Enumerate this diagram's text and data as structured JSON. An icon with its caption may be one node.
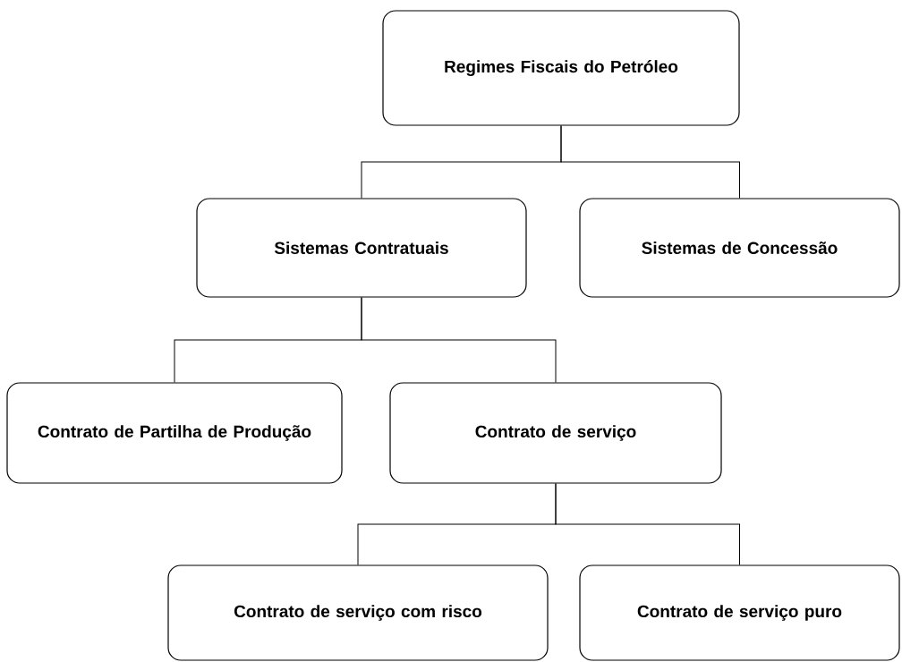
{
  "diagram": {
    "nodes": [
      {
        "text": [
          "Regimes Fiscais do Petróleo"
        ]
      },
      {
        "text": [
          "Sistemas Contratuais"
        ]
      },
      {
        "text": [
          "Sistemas de Concessão"
        ]
      },
      {
        "text": [
          "Contrato de Partilha de Produção"
        ]
      },
      {
        "text": [
          "Contrato de serviço"
        ]
      },
      {
        "text": [
          "Contrato de serviço com risco"
        ]
      },
      {
        "text": [
          "Contrato de serviço puro"
        ]
      }
    ],
    "edges": [
      {
        "from": 0,
        "to": 1,
        "arrow": "none"
      },
      {
        "from": 0,
        "to": 2,
        "arrow": "none"
      },
      {
        "from": 1,
        "to": 3,
        "arrow": "none"
      },
      {
        "from": 1,
        "to": 4,
        "arrow": "none"
      },
      {
        "from": 4,
        "to": 5,
        "arrow": "none"
      },
      {
        "from": 4,
        "to": 6,
        "arrow": "none"
      }
    ]
  }
}
